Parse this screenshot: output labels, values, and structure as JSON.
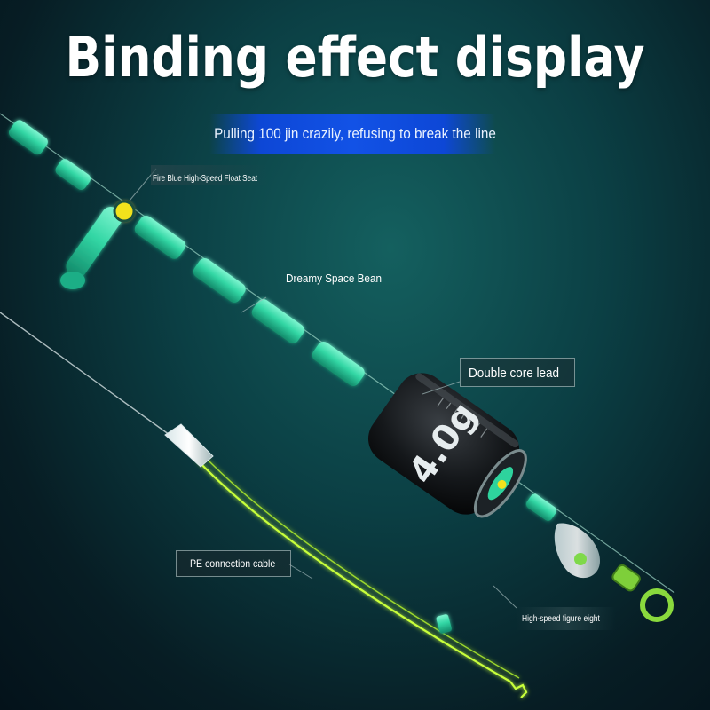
{
  "title": "Binding effect display",
  "subtitle": "Pulling 100 jin crazily, refusing to break the line",
  "labels": {
    "float_seat": "Fire Blue High-Speed Float Seat",
    "space_bean": "Dreamy Space Bean",
    "lead": "Double core lead",
    "lead_weight": "4.0g",
    "pe_cable": "PE connection cable",
    "figure_eight": "High-speed figure eight"
  },
  "colors": {
    "bead_green": "#39d9a8",
    "line_yellow": "#c8ff3a",
    "accent_blue": "#1252e6",
    "dot_yellow": "#f2e21d"
  }
}
